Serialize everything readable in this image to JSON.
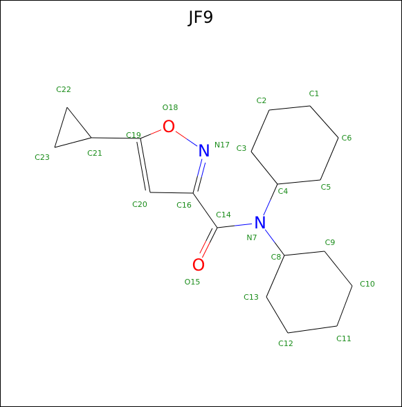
{
  "title": "JF9",
  "colors": {
    "carbon_label": "#1a8c1a",
    "bond": "#000000",
    "oxygen": "#ff0000",
    "nitrogen": "#0000ff"
  },
  "heteroatoms": [
    {
      "id": "O18",
      "symbol": "O",
      "element": "oxygen"
    },
    {
      "id": "N17",
      "symbol": "N",
      "element": "nitrogen"
    },
    {
      "id": "N7",
      "symbol": "N",
      "element": "nitrogen"
    },
    {
      "id": "O15",
      "symbol": "O",
      "element": "oxygen"
    }
  ],
  "atom_labels": [
    "C1",
    "C2",
    "C3",
    "C4",
    "C5",
    "C6",
    "N7",
    "C8",
    "C9",
    "C10",
    "C11",
    "C12",
    "C13",
    "C14",
    "O15",
    "C16",
    "N17",
    "O18",
    "C19",
    "C20",
    "C21",
    "C22",
    "C23"
  ],
  "bonds": [
    [
      "C1",
      "C2",
      1
    ],
    [
      "C2",
      "C3",
      1
    ],
    [
      "C3",
      "C4",
      1
    ],
    [
      "C4",
      "C5",
      1
    ],
    [
      "C5",
      "C6",
      1
    ],
    [
      "C6",
      "C1",
      1
    ],
    [
      "C4",
      "N7",
      1
    ],
    [
      "N7",
      "C8",
      1
    ],
    [
      "C8",
      "C9",
      1
    ],
    [
      "C9",
      "C10",
      1
    ],
    [
      "C10",
      "C11",
      1
    ],
    [
      "C11",
      "C12",
      1
    ],
    [
      "C12",
      "C13",
      1
    ],
    [
      "C13",
      "C8",
      1
    ],
    [
      "N7",
      "C14",
      1
    ],
    [
      "C14",
      "O15",
      2
    ],
    [
      "C14",
      "C16",
      1
    ],
    [
      "C16",
      "N17",
      2
    ],
    [
      "N17",
      "O18",
      1
    ],
    [
      "O18",
      "C19",
      1
    ],
    [
      "C19",
      "C20",
      2
    ],
    [
      "C20",
      "C16",
      1
    ],
    [
      "C19",
      "C21",
      1
    ],
    [
      "C21",
      "C22",
      1
    ],
    [
      "C22",
      "C23",
      1
    ],
    [
      "C23",
      "C21",
      1
    ]
  ]
}
